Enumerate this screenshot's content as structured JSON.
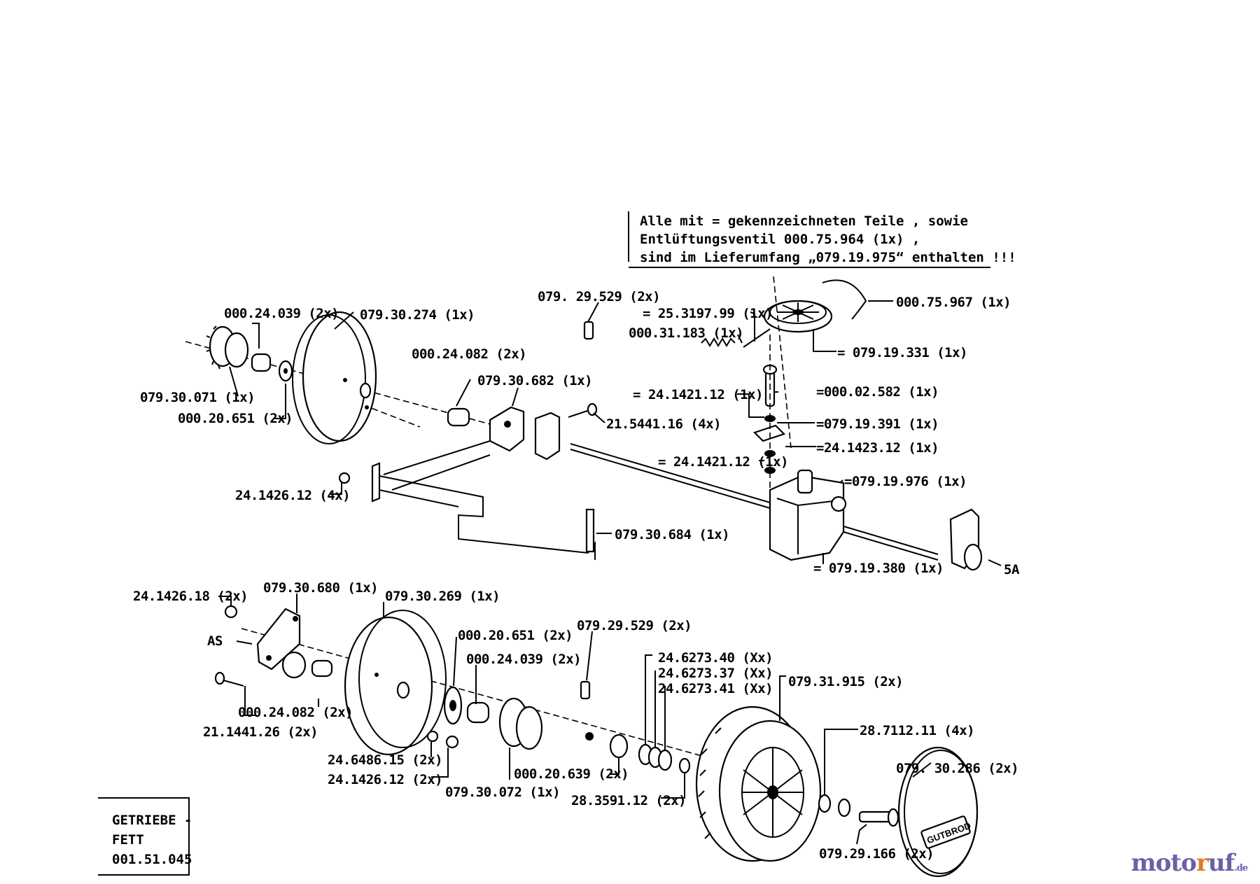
{
  "note": {
    "line1": "Alle mit = gekennzeichneten Teile , sowie",
    "line2": "Entlüftungsventil 000.75.964 (1x) ,",
    "line3": "sind im Lieferumfang „079.19.975“ enthalten !!!"
  },
  "grease_box": {
    "line1": "GETRIEBE -",
    "line2": "FETT",
    "line3": "001.51.045"
  },
  "labels": {
    "l01": "000.24.039 (2x)",
    "l02": "079.30.274 (1x)",
    "l03": "079. 29.529 (2x)",
    "l04": "= 25.3197.99 (1x)",
    "l05": "000.75.967 (1x)",
    "l06": "000.31.183 (1x)",
    "l07": "= 079.19.331 (1x)",
    "l08": "000.24.082 (2x)",
    "l09": "079.30.682 (1x)",
    "l10": "079.30.071 (1x)",
    "l11": "000.20.651 (2x)",
    "l12": "= 24.1421.12 (1x)",
    "l13": "=000.02.582 (1x)",
    "l14": "21.5441.16 (4x)",
    "l15": "=079.19.391 (1x)",
    "l16": "=24.1423.12 (1x)",
    "l17": "= 24.1421.12 (1x)",
    "l18": "=079.19.976 (1x)",
    "l19": "24.1426.12 (4x)",
    "l20": "079.30.684 (1x)",
    "l21": "= 079.19.380 (1x)",
    "l22": "5A",
    "l23": "24.1426.18 (2x)",
    "l24": "079.30.680 (1x)",
    "l25": "079.30.269 (1x)",
    "l26": "000.20.651 (2x)",
    "l27": "079.29.529 (2x)",
    "l28": "AS",
    "l29": "000.24.039 (2x)",
    "l30": "24.6273.40 (Xx)",
    "l31": "24.6273.37 (Xx)",
    "l32": "24.6273.41 (Xx)",
    "l33": "079.31.915 (2x)",
    "l34": "000.24.082 (2x)",
    "l35": "21.1441.26 (2x)",
    "l36": "28.7112.11 (4x)",
    "l37": "24.6486.15 (2x)",
    "l38": "24.1426.12 (2x)",
    "l39": "079.30.072 (1x)",
    "l40": "000.20.639 (2x)",
    "l41": "28.3591.12 (2x)",
    "l42": "079. 30.286 (2x)",
    "l43": "079.29.166 (2x)"
  },
  "hubcap_brand": "GUTBROD",
  "watermark": {
    "part1": "moto",
    "part2": "r",
    "part3": "uf",
    "suffix": ".de"
  }
}
